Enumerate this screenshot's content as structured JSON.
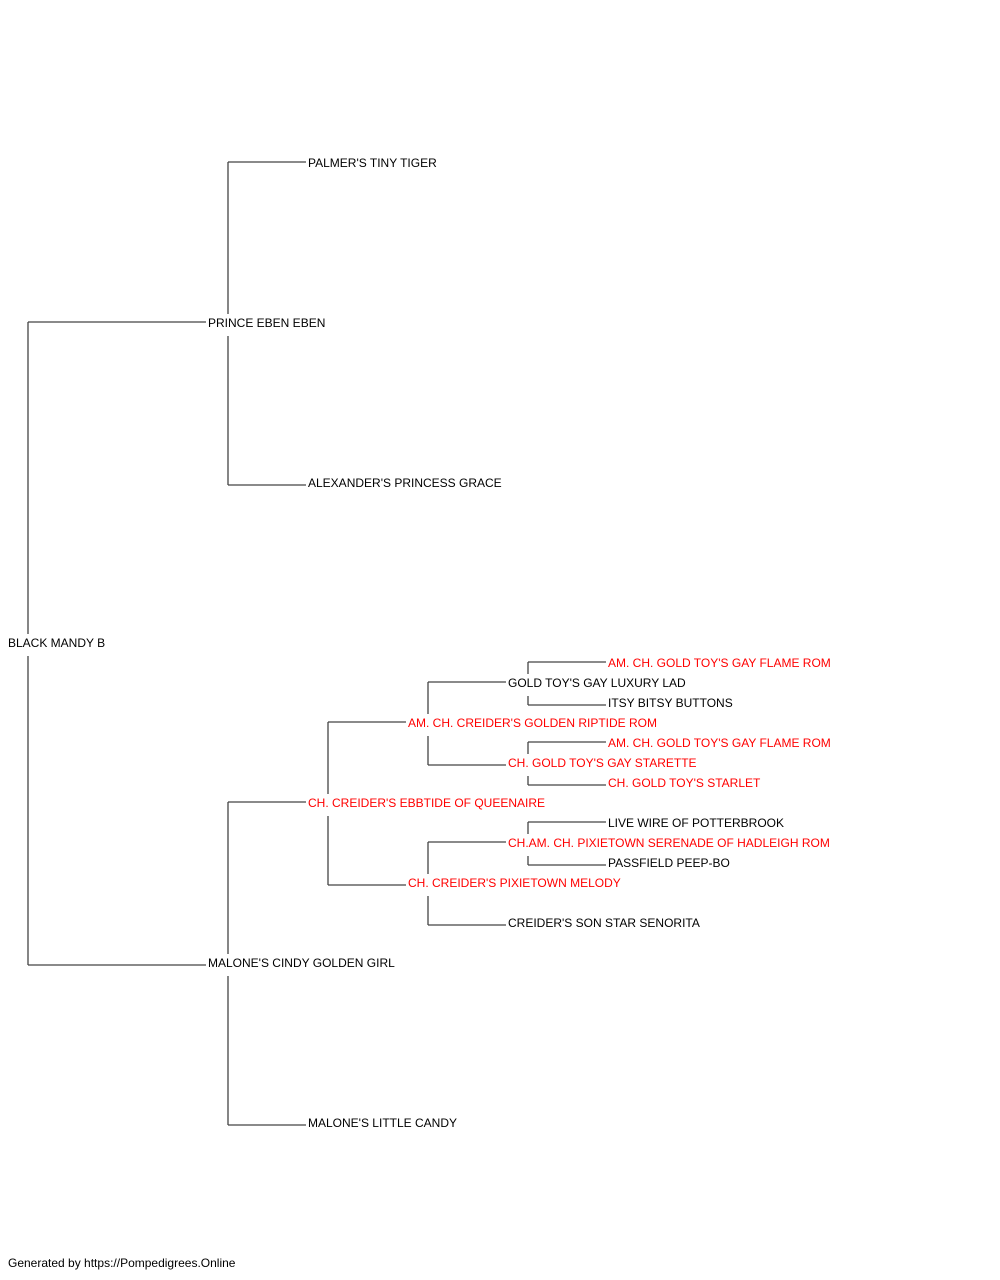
{
  "colors": {
    "champion": "#ff0000",
    "normal": "#000000",
    "line": "#444444"
  },
  "pedigree": {
    "subject": {
      "name": "BLACK MANDY B",
      "champion": false
    },
    "sire": {
      "name": "PRINCE EBEN EBEN",
      "champion": false
    },
    "sire_sire": {
      "name": "PALMER'S TINY TIGER",
      "champion": false
    },
    "sire_dam": {
      "name": "ALEXANDER'S PRINCESS GRACE",
      "champion": false
    },
    "dam": {
      "name": "MALONE'S CINDY GOLDEN GIRL",
      "champion": false
    },
    "dam_sire": {
      "name": "CH. CREIDER'S EBBTIDE OF QUEENAIRE",
      "champion": true
    },
    "dam_sire_sire": {
      "name": "AM. CH. CREIDER'S GOLDEN RIPTIDE ROM",
      "champion": true
    },
    "dam_sire_sire_sire": {
      "name": "GOLD TOY'S GAY LUXURY LAD",
      "champion": false
    },
    "dam_sire_sire_sire_sire": {
      "name": "AM. CH. GOLD TOY'S GAY FLAME ROM",
      "champion": true
    },
    "dam_sire_sire_sire_dam": {
      "name": "ITSY BITSY BUTTONS",
      "champion": false
    },
    "dam_sire_sire_dam": {
      "name": "CH. GOLD TOY'S GAY STARETTE",
      "champion": true
    },
    "dam_sire_sire_dam_sire": {
      "name": "AM. CH. GOLD TOY'S GAY FLAME ROM",
      "champion": true
    },
    "dam_sire_sire_dam_dam": {
      "name": "CH. GOLD TOY'S STARLET",
      "champion": true
    },
    "dam_sire_dam": {
      "name": "CH. CREIDER'S PIXIETOWN MELODY",
      "champion": true
    },
    "dam_sire_dam_sire": {
      "name": "CH.AM. CH. PIXIETOWN SERENADE OF HADLEIGH ROM",
      "champion": true
    },
    "dam_sire_dam_sire_sire": {
      "name": "LIVE WIRE OF POTTERBROOK",
      "champion": false
    },
    "dam_sire_dam_sire_dam": {
      "name": "PASSFIELD PEEP-BO",
      "champion": false
    },
    "dam_sire_dam_dam": {
      "name": "CREIDER'S SON STAR SENORITA",
      "champion": false
    },
    "dam_dam": {
      "name": "MALONE'S LITTLE CANDY",
      "champion": false
    }
  },
  "footer": {
    "text": "Generated by https://Pompedigrees.Online"
  }
}
